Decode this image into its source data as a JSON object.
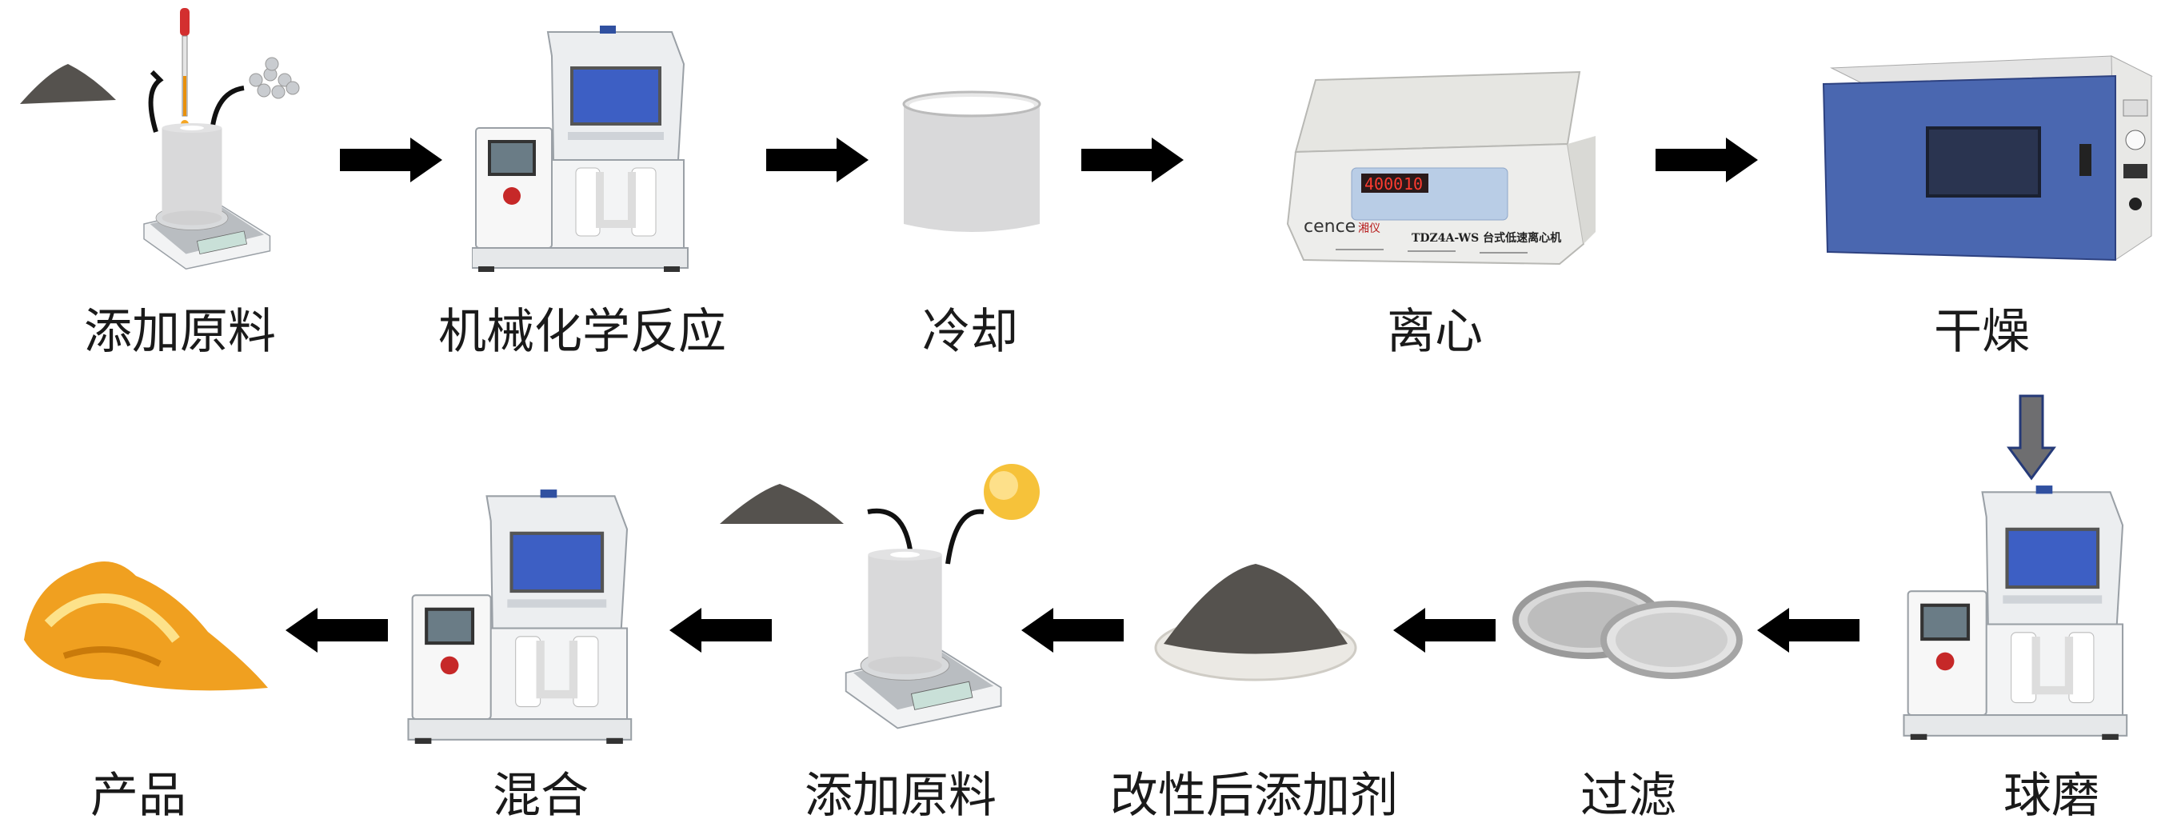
{
  "steps_row1": [
    {
      "label": "添加原料"
    },
    {
      "label": "机械化学反应"
    },
    {
      "label": "冷却"
    },
    {
      "label": "离心"
    },
    {
      "label": "干燥"
    }
  ],
  "steps_row2": [
    {
      "label": "球磨"
    },
    {
      "label": "过滤"
    },
    {
      "label": "改性后添加剂"
    },
    {
      "label": "添加原料"
    },
    {
      "label": "混合"
    },
    {
      "label": "产品"
    }
  ],
  "centrifuge": {
    "brand": "cence",
    "brand_cn": "湘仪",
    "model": "TDZ4A-WS 台式低速离心机",
    "speed_display": "4000",
    "time_display": "10"
  },
  "colors": {
    "arrow_fill": "#6e6e70",
    "arrow_outline": "#253a78",
    "window_blue": "#3d5fc4",
    "oven_blue": "#4a67b0",
    "powder": "#55524e",
    "product": "#f0a020"
  }
}
